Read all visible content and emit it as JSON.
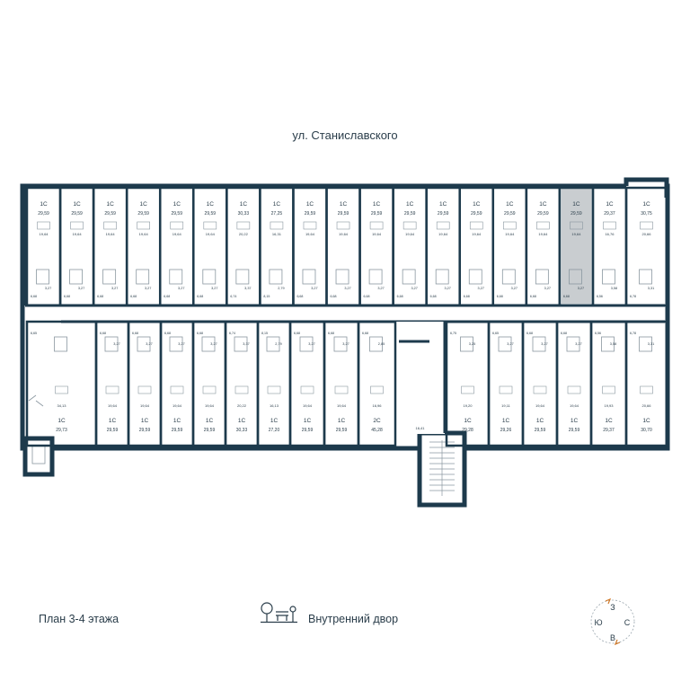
{
  "street_label": "ул. Станиславского",
  "floor_label": "План 3-4 этажа",
  "yard_label": "Внутренний двор",
  "compass": {
    "n": "З",
    "w": "Ю",
    "e": "С",
    "s": "В"
  },
  "colors": {
    "wall": "#1d3a4c",
    "highlight": "#c9cdd0",
    "thin": "#8a97a0"
  },
  "top_units": [
    {
      "type": "1С",
      "area": "29,59",
      "room": "19,64",
      "bath": "3,27",
      "hall": "6,68"
    },
    {
      "type": "1С",
      "area": "29,59",
      "room": "19,64",
      "bath": "3,27",
      "hall": "6,68"
    },
    {
      "type": "1С",
      "area": "29,59",
      "room": "19,64",
      "bath": "3,27",
      "hall": "6,68"
    },
    {
      "type": "1С",
      "area": "29,59",
      "room": "19,64",
      "bath": "3,27",
      "hall": "6,68"
    },
    {
      "type": "1С",
      "area": "29,59",
      "room": "19,64",
      "bath": "3,27",
      "hall": "6,68"
    },
    {
      "type": "1С",
      "area": "29,59",
      "room": "19,64",
      "bath": "3,27",
      "hall": "6,68"
    },
    {
      "type": "1С",
      "area": "30,33",
      "room": "20,22",
      "bath": "3,37",
      "hall": "6,74"
    },
    {
      "type": "1С",
      "area": "27,25",
      "room": "16,31",
      "bath": "2,79",
      "hall": "8,15"
    },
    {
      "type": "1С",
      "area": "29,59",
      "room": "19,64",
      "bath": "3,27",
      "hall": "6,68"
    },
    {
      "type": "1С",
      "area": "29,59",
      "room": "19,64",
      "bath": "3,27",
      "hall": "6,68"
    },
    {
      "type": "1С",
      "area": "29,59",
      "room": "19,64",
      "bath": "3,27",
      "hall": "6,68"
    },
    {
      "type": "1С",
      "area": "29,59",
      "room": "19,64",
      "bath": "3,27",
      "hall": "6,68"
    },
    {
      "type": "1С",
      "area": "29,59",
      "room": "19,64",
      "bath": "3,27",
      "hall": "6,68"
    },
    {
      "type": "1С",
      "area": "29,59",
      "room": "19,64",
      "bath": "3,27",
      "hall": "6,68"
    },
    {
      "type": "1С",
      "area": "29,59",
      "room": "19,64",
      "bath": "3,27",
      "hall": "6,68"
    },
    {
      "type": "1С",
      "area": "29,59",
      "room": "19,64",
      "bath": "3,27",
      "hall": "6,68"
    },
    {
      "type": "1С",
      "area": "29,59",
      "room": "19,64",
      "bath": "3,27",
      "hall": "6,68",
      "highlight": true
    },
    {
      "type": "1С",
      "area": "29,37",
      "room": "16,76",
      "bath": "3,58",
      "hall": "6,56"
    },
    {
      "type": "1С",
      "area": "30,75",
      "room": "20,66",
      "bath": "3,31",
      "hall": "6,78"
    }
  ],
  "bottom_units": [
    {
      "type": "1С",
      "area": "29,73",
      "room": "34,13",
      "bath": "",
      "hall": "6,65"
    },
    {
      "type": "1С",
      "area": "29,59",
      "room": "19,64",
      "bath": "3,27",
      "hall": "6,68"
    },
    {
      "type": "1С",
      "area": "29,59",
      "room": "19,64",
      "bath": "3,27",
      "hall": "6,68"
    },
    {
      "type": "1С",
      "area": "29,59",
      "room": "19,64",
      "bath": "3,27",
      "hall": "6,68"
    },
    {
      "type": "1С",
      "area": "29,59",
      "room": "19,64",
      "bath": "3,27",
      "hall": "6,68"
    },
    {
      "type": "1С",
      "area": "30,33",
      "room": "20,22",
      "bath": "3,37",
      "hall": "6,74"
    },
    {
      "type": "1С",
      "area": "27,20",
      "room": "16,13",
      "bath": "2,79",
      "hall": "8,15"
    },
    {
      "type": "1С",
      "area": "29,59",
      "room": "19,64",
      "bath": "3,27",
      "hall": "6,68"
    },
    {
      "type": "1С",
      "area": "29,59",
      "room": "19,64",
      "bath": "3,27",
      "hall": "6,68"
    },
    {
      "type": "2С",
      "area": "45,28",
      "room": "16,96",
      "bath": "2,85",
      "hall": "6,68"
    },
    {
      "type": "",
      "area": "",
      "room": "16,41",
      "bath": "",
      "hall": ""
    },
    {
      "type": "1С",
      "area": "29,28",
      "room": "19,20",
      "bath": "3,25",
      "hall": "6,75"
    },
    {
      "type": "1С",
      "area": "29,26",
      "room": "19,11",
      "bath": "3,27",
      "hall": "6,65"
    },
    {
      "type": "1С",
      "area": "29,59",
      "room": "19,64",
      "bath": "3,27",
      "hall": "6,68"
    },
    {
      "type": "1С",
      "area": "29,59",
      "room": "19,64",
      "bath": "3,27",
      "hall": "6,68"
    },
    {
      "type": "1С",
      "area": "29,37",
      "room": "19,93",
      "bath": "3,58",
      "hall": "6,56"
    },
    {
      "type": "1С",
      "area": "30,70",
      "room": "20,66",
      "bath": "3,31",
      "hall": "6,78"
    }
  ]
}
